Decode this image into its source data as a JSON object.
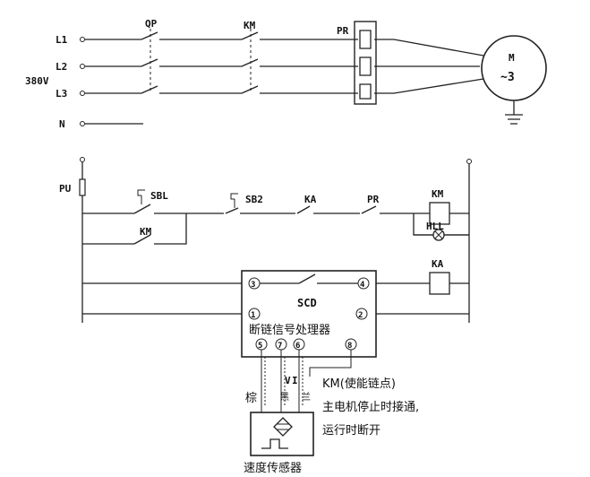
{
  "power": {
    "lines": [
      "L1",
      "L2",
      "L3",
      "N"
    ],
    "voltage": "380V",
    "breaker": "QP",
    "contactor": "KM",
    "relay": "PR",
    "motor_symbol": "M",
    "motor_phase": "~3"
  },
  "control": {
    "protector": "PU",
    "sb1": "SBL",
    "sb2": "SB2",
    "ka1": "KA",
    "pr_contact": "PR",
    "km_contact": "KM",
    "km_coil": "KM",
    "lamp": "HLL",
    "ka_coil": "KA"
  },
  "processor": {
    "code": "SCD",
    "name": "断链信号处理器",
    "terminals": [
      "3",
      "4",
      "1",
      "2",
      "5",
      "7",
      "6",
      "8"
    ]
  },
  "sensor": {
    "wire_labels": [
      "V",
      "I"
    ],
    "color_brown": "棕",
    "color_black": "黑",
    "color_blue": "兰",
    "name": "速度传感器"
  },
  "note": {
    "line1": "KM(使能链点)",
    "line2": "主电机停止时接通,",
    "line3": "运行时断开"
  }
}
